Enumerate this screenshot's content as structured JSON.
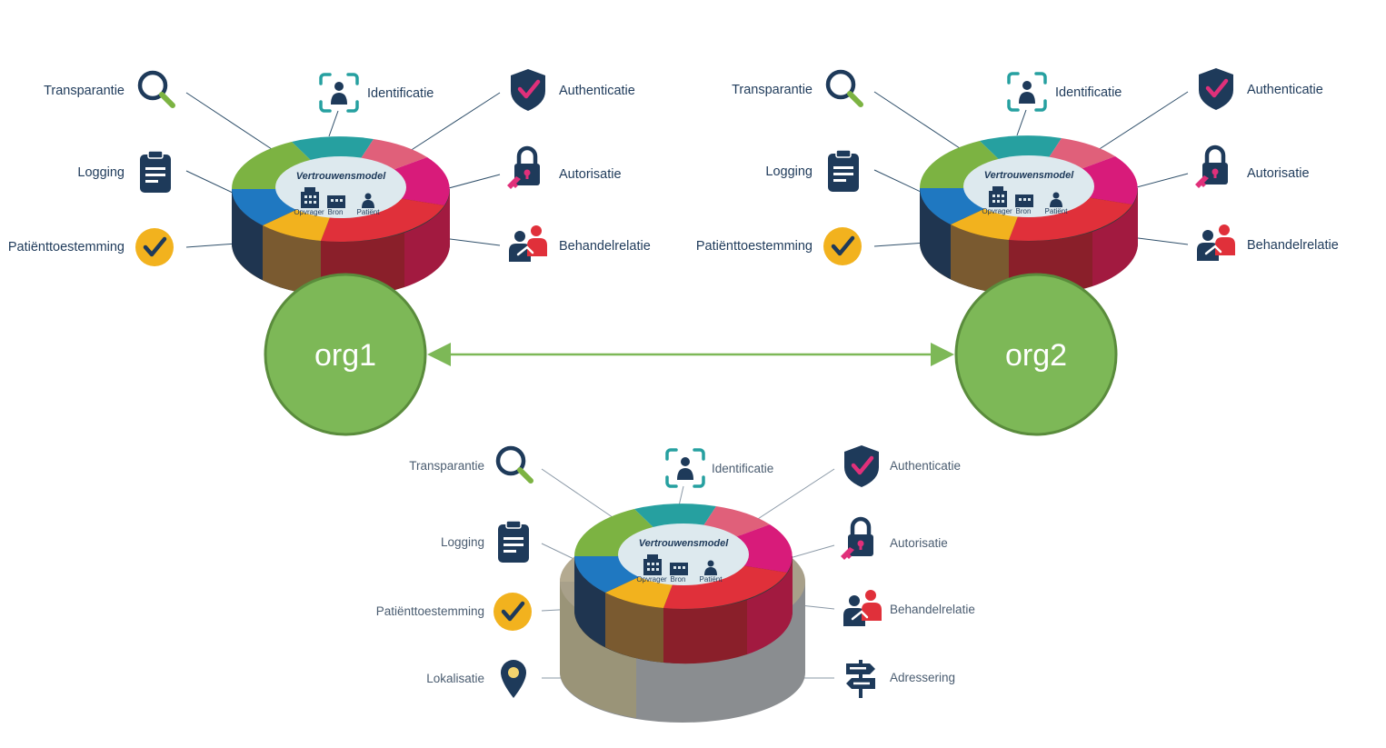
{
  "diagram": {
    "orgs": [
      {
        "id": "org1",
        "label": "org1"
      },
      {
        "id": "org2",
        "label": "org2"
      }
    ],
    "disc": {
      "title": "Vertrouwensmodel",
      "roles": [
        "Opvrager",
        "Bron",
        "Patiënt"
      ]
    },
    "labels": {
      "transparantie": "Transparantie",
      "identificatie": "Identificatie",
      "authenticatie": "Authenticatie",
      "logging": "Logging",
      "autorisatie": "Autorisatie",
      "patienttoestemming": "Patiënttoestemming",
      "behandelrelatie": "Behandelrelatie",
      "lokalisatie": "Lokalisatie",
      "adressering": "Adressering"
    },
    "icons": [
      "magnifier-icon",
      "person-scan-icon",
      "shield-check-icon",
      "clipboard-icon",
      "padlock-key-icon",
      "checkmark-circle-icon",
      "handshake-people-icon",
      "location-pin-icon",
      "signpost-icon"
    ],
    "colors": {
      "green": "#7cb342",
      "teal": "#26a0a0",
      "pink": "#e0607a",
      "magenta": "#d81b7a",
      "red": "#e0303a",
      "yellow": "#f2b21e",
      "blue": "#1f78c1",
      "navy": "#1e3a5a",
      "org": "#7db857",
      "org_border": "#5a8c3c"
    }
  }
}
